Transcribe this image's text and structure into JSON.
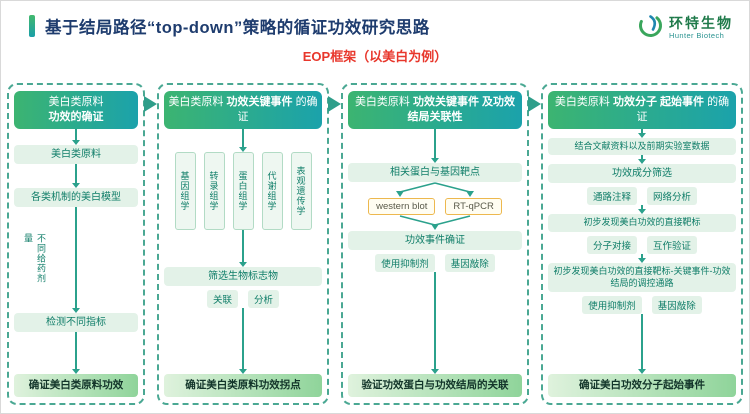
{
  "slide": {
    "title": "基于结局路径“top-down”策略的循证功效研究思路",
    "subtitle": "EOP框架（以美白为例）"
  },
  "logo": {
    "icon": "green-ring-leaf-icon",
    "name_cn": "环特生物",
    "name_en": "Hunter Biotech"
  },
  "colors": {
    "title": "#1e3c6e",
    "subtitle": "#e8372c",
    "panel_border": "#4aa893",
    "header_gradient": [
      "#3cb471",
      "#1ba2ab"
    ],
    "box_bg": "#e3f2e8",
    "box_text": "#0f7d68",
    "arrow": "#2ba18c",
    "footer_gradient": [
      "#dff2dd",
      "#8fd49a"
    ],
    "method_box_border": "#edb84e"
  },
  "panels": [
    {
      "header": {
        "t1": "美白类原料",
        "t2": "功效的确证",
        "t3": ""
      },
      "box_material": "美白类原料",
      "box_models": "各类机制的美白模型",
      "side_label": "不同给药剂量",
      "box_indicators": "检测不同指标",
      "footer": "确证美白类原料功效"
    },
    {
      "header": {
        "t1": "美白类原料 ",
        "t2": "功效关键事件",
        "t3": "的确证"
      },
      "omics": [
        "基因组学",
        "转录组学",
        "蛋白组学",
        "代谢组学",
        "表观遗传学"
      ],
      "box_biomarker": "筛选生物标志物",
      "label_left": "关联",
      "label_right": "分析",
      "footer": "确证美白类原料功效拐点"
    },
    {
      "header": {
        "t1": "美白类原料 ",
        "t2": "功效关键事件 及功效结局关联性",
        "t3": ""
      },
      "box_targets": "相关蛋白与基因靶点",
      "method_left": "western blot",
      "method_right": "RT-qPCR",
      "box_event": "功效事件确证",
      "tool_left": "使用抑制剂",
      "tool_right": "基因敲除",
      "footer": "验证功效蛋白与功效结局的关联"
    },
    {
      "header": {
        "t1": "美白类原料 ",
        "t2": "功效分子 起始事件",
        "t3": " 的确证"
      },
      "box_literature": "结合文献资料以及前期实验室数据",
      "box_screening": "功效成分筛选",
      "pair1_left": "通路注释",
      "pair1_right": "网络分析",
      "box_target": "初步发现美白功效的直接靶标",
      "pair2_left": "分子对接",
      "pair2_right": "互作验证",
      "box_pathway": "初步发现美白功效的直接靶标-关键事件-功效结局的调控通路",
      "pair3_left": "使用抑制剂",
      "pair3_right": "基因敲除",
      "footer": "确证美白功效分子起始事件"
    }
  ]
}
